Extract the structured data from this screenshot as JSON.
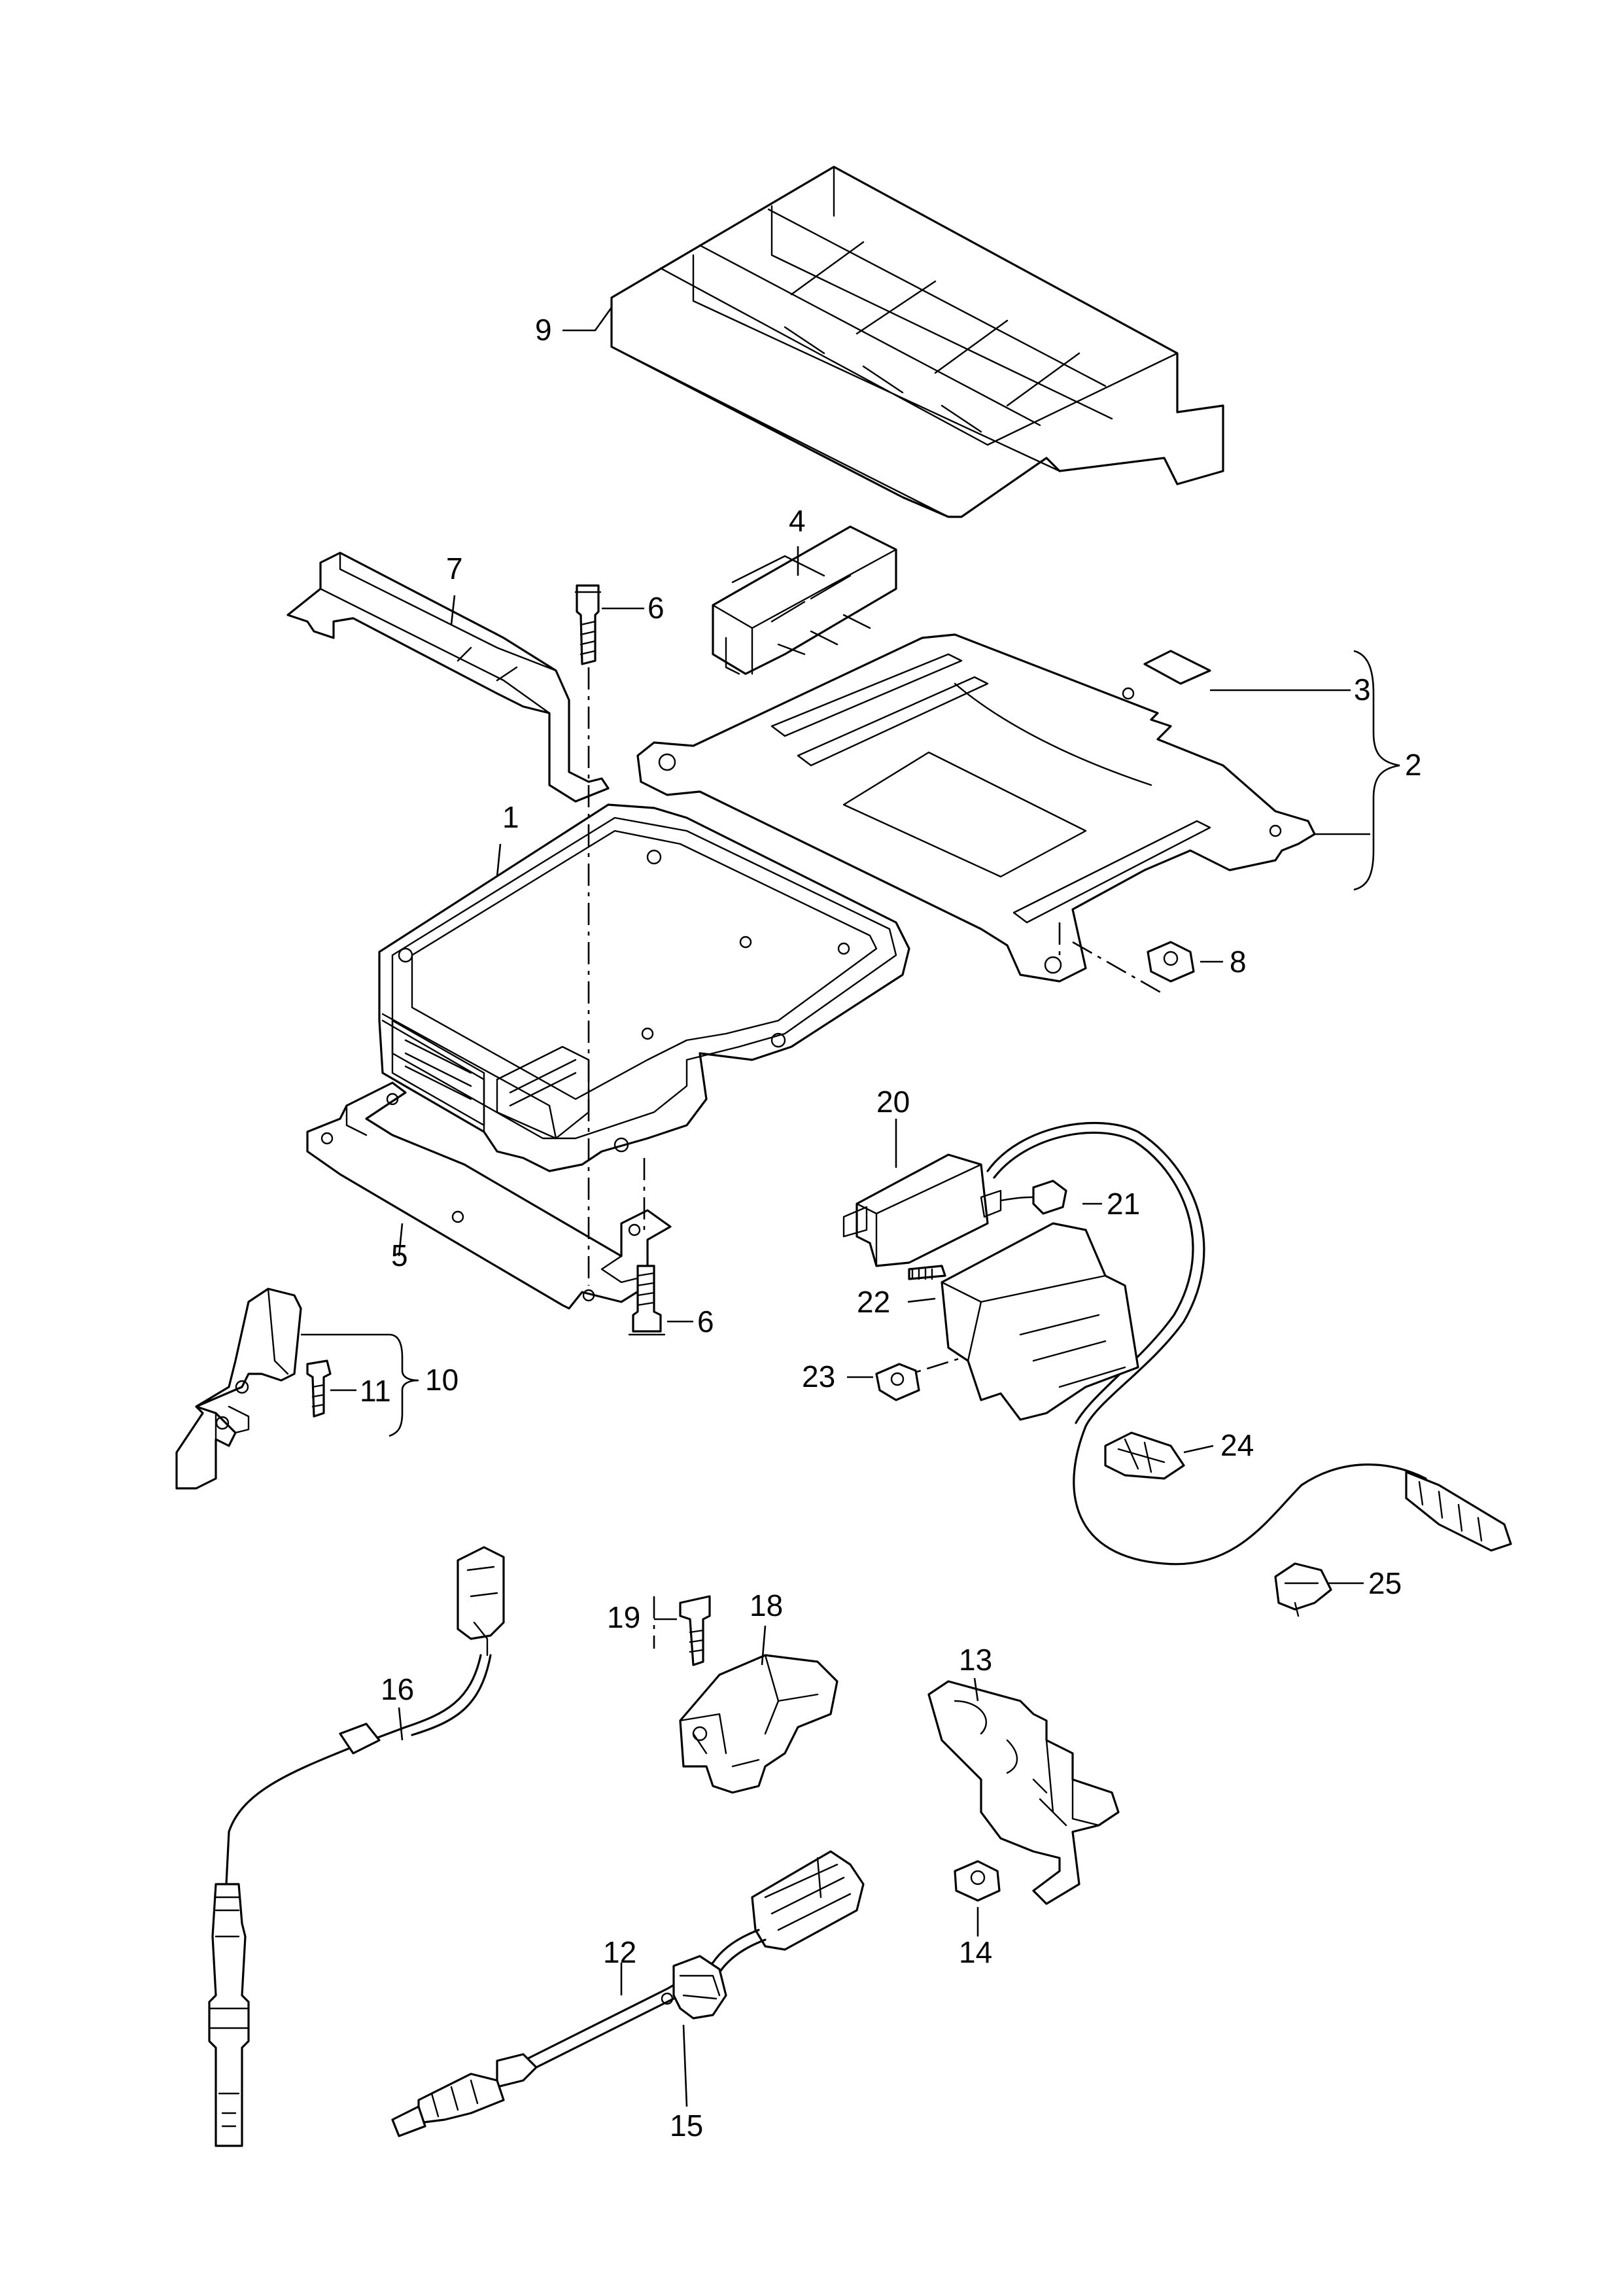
{
  "callouts": [
    {
      "id": "label-1",
      "text": "1"
    },
    {
      "id": "label-2",
      "text": "2"
    },
    {
      "id": "label-3",
      "text": "3"
    },
    {
      "id": "label-4",
      "text": "4"
    },
    {
      "id": "label-5",
      "text": "5"
    },
    {
      "id": "label-6a",
      "text": "6"
    },
    {
      "id": "label-6b",
      "text": "6"
    },
    {
      "id": "label-7",
      "text": "7"
    },
    {
      "id": "label-8",
      "text": "8"
    },
    {
      "id": "label-9",
      "text": "9"
    },
    {
      "id": "label-10",
      "text": "10"
    },
    {
      "id": "label-11",
      "text": "11"
    },
    {
      "id": "label-12",
      "text": "12"
    },
    {
      "id": "label-13",
      "text": "13"
    },
    {
      "id": "label-14",
      "text": "14"
    },
    {
      "id": "label-15",
      "text": "15"
    },
    {
      "id": "label-16",
      "text": "16"
    },
    {
      "id": "label-18",
      "text": "18"
    },
    {
      "id": "label-19",
      "text": "19"
    },
    {
      "id": "label-20",
      "text": "20"
    },
    {
      "id": "label-21",
      "text": "21"
    },
    {
      "id": "label-22",
      "text": "22"
    },
    {
      "id": "label-23",
      "text": "23"
    },
    {
      "id": "label-24",
      "text": "24"
    },
    {
      "id": "label-25",
      "text": "25"
    }
  ]
}
